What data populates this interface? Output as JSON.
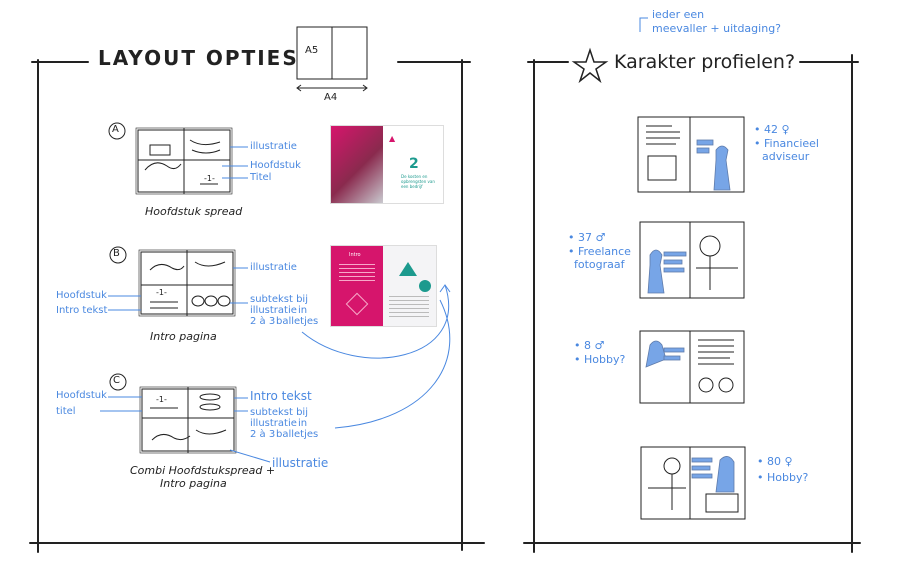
{
  "left": {
    "title": "LAYOUT OPTIES",
    "page_size": {
      "inner": "A5",
      "outer": "A4"
    },
    "options": [
      {
        "marker": "A",
        "caption": "Hoofdstuk spread",
        "labels": [
          "illustratie",
          "Hoofdstuk",
          "Titel"
        ],
        "page_number": "-1-"
      },
      {
        "marker": "B",
        "caption": "Intro pagina",
        "right_labels": [
          "illustratie",
          "subtekst bij",
          "illustratie",
          "in",
          "2 à 3",
          "balletjes"
        ],
        "left_labels": [
          "Hoofdstuk",
          "Intro tekst"
        ],
        "page_number": "-1-"
      },
      {
        "marker": "C",
        "caption_line1": "Combi Hoofdstukspread +",
        "caption_line2": "Intro pagina",
        "left_labels": [
          "Hoofdstuk",
          "titel"
        ],
        "right_labels": [
          "Intro tekst",
          "subtekst bij",
          "illustratie",
          "in",
          "2 à 3",
          "balletjes"
        ],
        "bottom_label": "illustratie",
        "page_number": "-1-"
      }
    ],
    "sample_a": {
      "number": "2",
      "text": "De kosten en opbrengsten van een bedrijf"
    },
    "sample_b": {
      "heading": "Intro"
    }
  },
  "right": {
    "note_line1": "ieder een",
    "note_line2": "meevaller + uitdaging?",
    "title": "Karakter profielen?",
    "profiles": [
      {
        "age": "42",
        "gender_symbol": "♀",
        "line1": "Financieel",
        "line2": "adviseur"
      },
      {
        "age": "37",
        "gender_symbol": "♂",
        "line1": "Freelance",
        "line2": "fotograaf"
      },
      {
        "age": "8",
        "gender_symbol": "♂",
        "line1": "Hobby?",
        "line2": ""
      },
      {
        "age": "80",
        "gender_symbol": "♀",
        "line1": "Hobby?",
        "line2": ""
      }
    ]
  },
  "colors": {
    "ink": "#222222",
    "annotation": "#4a88e0",
    "magenta": "#d6156c",
    "teal": "#1c9a8e"
  }
}
